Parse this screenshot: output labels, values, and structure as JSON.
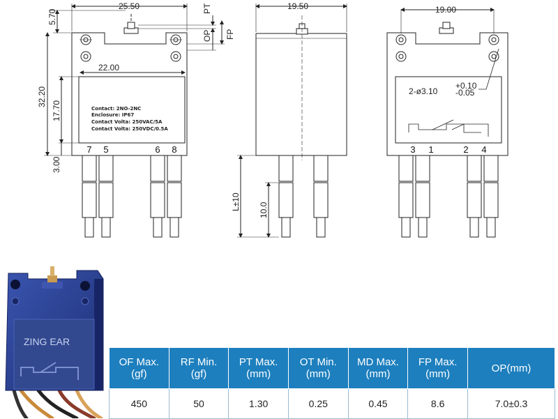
{
  "dims": {
    "front_width": "25.50",
    "top_offset": "5.70",
    "pt": "PT",
    "op": "OP",
    "fp": "FP",
    "inner_width": "22.00",
    "height_total": "32.20",
    "height_label": "17.70",
    "bottom_gap": "3.00",
    "side_width": "19.50",
    "pin_length": "L±10",
    "pin_insert": "10.0",
    "back_width": "19.00",
    "hole": "2-ø3.10",
    "hole_tol_plus": "+0.10",
    "hole_tol_minus": "-0.05"
  },
  "label_lines": [
    "Contact: 2NO-2NC",
    "Enclosure: IP67",
    "Contact  Volta: 250VAC/5A",
    "Contact  Volta: 250VDC/0.5A"
  ],
  "pins_front": [
    "7",
    "5",
    "6",
    "8"
  ],
  "pins_back": [
    "3",
    "1",
    "2",
    "4"
  ],
  "photo": {
    "brand": "ZING EAR"
  },
  "spec_table": {
    "headers": [
      [
        "OF Max.",
        "(gf)"
      ],
      [
        "RF Min.",
        "(gf)"
      ],
      [
        "PT Max.",
        "(mm)"
      ],
      [
        "OT Min.",
        "(mm)"
      ],
      [
        "MD Max.",
        "(mm)"
      ],
      [
        "FP Max.",
        "(mm)"
      ],
      [
        "OP(mm)",
        ""
      ]
    ],
    "values": [
      "450",
      "50",
      "1.30",
      "0.25",
      "0.45",
      "8.6",
      "7.0±0.3"
    ]
  },
  "colors": {
    "header_bg": "#1d7fbe",
    "body_blue": "#2a3f8f"
  }
}
